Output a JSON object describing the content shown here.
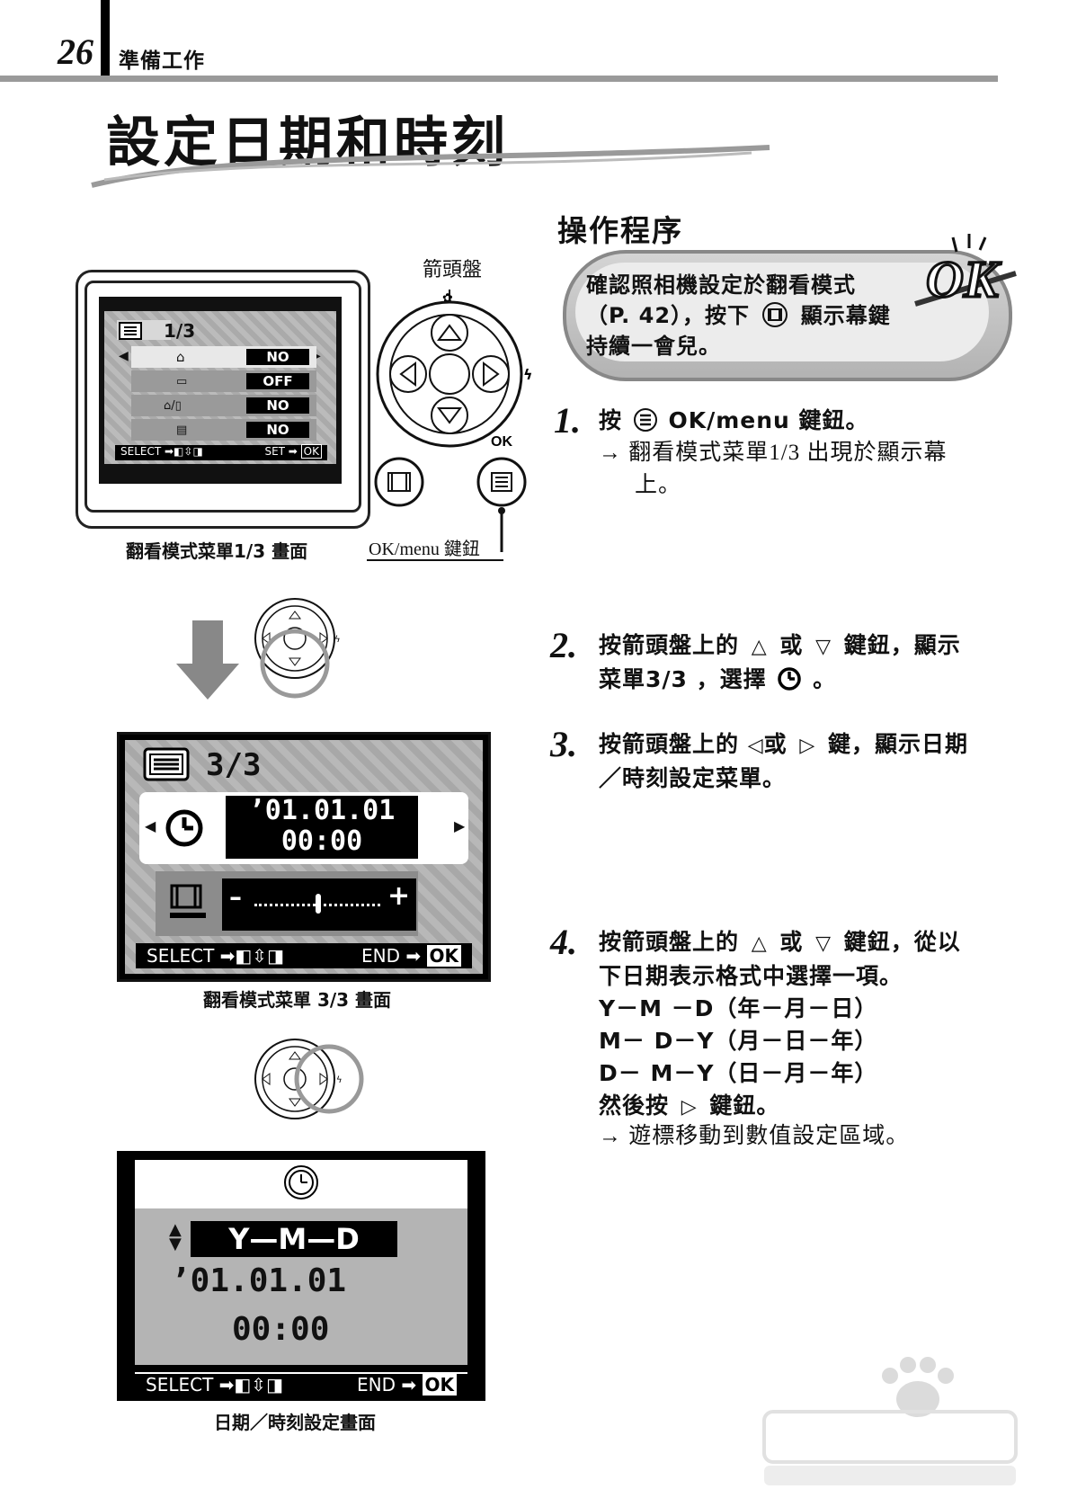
{
  "header": {
    "page_number": "26",
    "section": "準備工作",
    "title": "設定日期和時刻"
  },
  "procedure": {
    "heading": "操作程序",
    "notice_lines": [
      "確認照相機設定於翻看模式",
      "（P. 42），按下",
      "顯示幕鍵",
      "持續一會兒。"
    ],
    "ok_badge": "OK"
  },
  "figure1": {
    "screen": {
      "page": "1/3",
      "rows": [
        "NO",
        "OFF",
        "NO",
        "NO"
      ],
      "footer_left": "SELECT",
      "footer_right": "SET",
      "ok_tag": "OK"
    },
    "caption": "翻看模式菜單1/3 畫面",
    "pad_label": "箭頭盤",
    "ok_key": "OK",
    "button_label": "OK/menu 鍵鈕"
  },
  "figure2": {
    "page": "3/3",
    "date": "’01.01.01",
    "time": "00:00",
    "brightness_minus": "–",
    "brightness_plus": "+",
    "footer_left": "SELECT",
    "footer_right": "END",
    "ok_tag": "OK",
    "caption": "翻看模式菜單 3/3 畫面"
  },
  "figure3": {
    "format": "Y—M—D",
    "date": "’01.01.01",
    "time": "00:00",
    "footer_left": "SELECT",
    "footer_right": "END",
    "ok_tag": "OK",
    "caption": "日期／時刻設定畫面"
  },
  "steps": [
    {
      "num": "1.",
      "lines": [
        "按",
        "OK/menu 鍵鈕。"
      ],
      "note": [
        "→  翻看模式菜單1/3 出現於顯示幕",
        "上。"
      ]
    },
    {
      "num": "2.",
      "lines": [
        "按箭頭盤上的",
        "或",
        "鍵鈕，顯示",
        "菜單3/3 ，選擇",
        "。"
      ]
    },
    {
      "num": "3.",
      "lines": [
        "按箭頭盤上的",
        "或",
        "鍵，顯示日期",
        "／時刻設定菜單。"
      ]
    },
    {
      "num": "4.",
      "lines": [
        "按箭頭盤上的",
        "或",
        "鍵鈕，從以",
        "下日期表示格式中選擇一項。",
        "Y－M －D（年－月－日）",
        "M－ D－Y（月－日－年）",
        "D－ M－Y（日－月－年）",
        "然後按",
        "鍵鈕。"
      ],
      "note": [
        "→  遊標移動到數值設定區域。"
      ]
    }
  ]
}
